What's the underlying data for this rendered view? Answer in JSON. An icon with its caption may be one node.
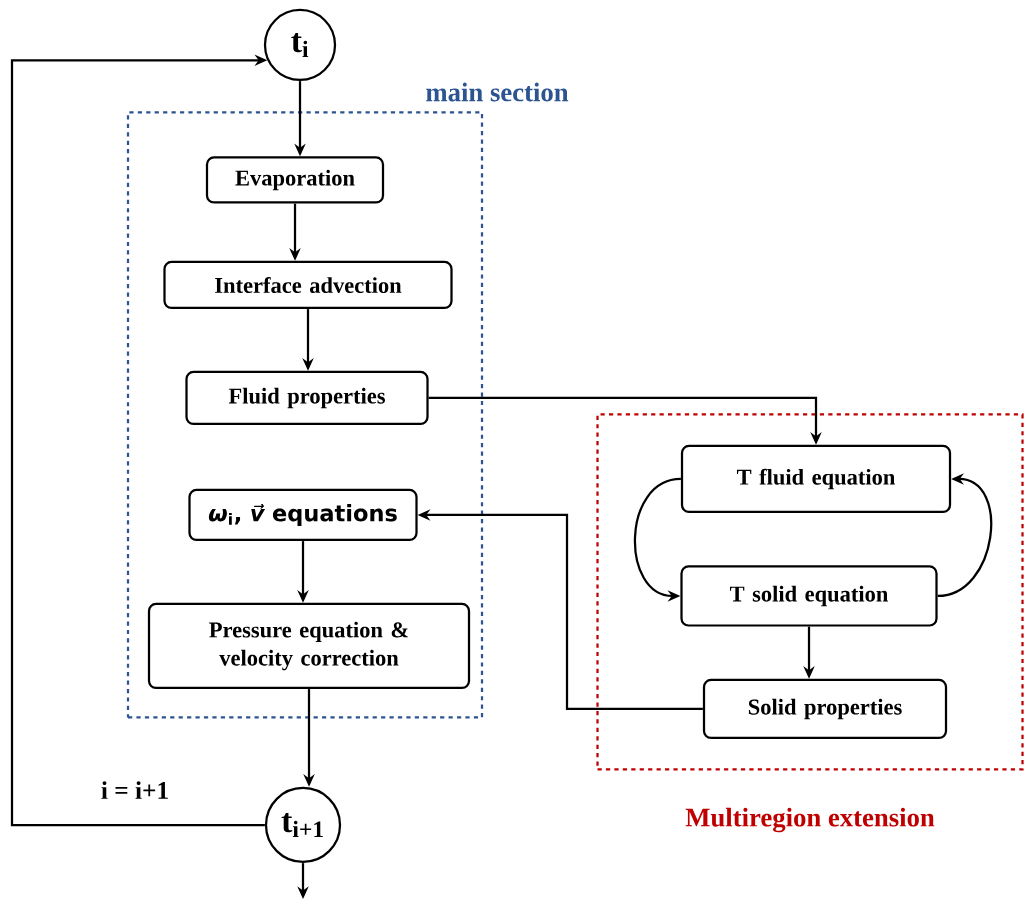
{
  "diagram": {
    "nodes": [
      {
        "text": [
          "t$_{i}$"
        ]
      },
      {
        "text": [
          "main section"
        ]
      },
      {
        "text": [
          "Evaporation"
        ],
        "in": 1
      },
      {
        "text": [
          "Interface advection"
        ],
        "in": 1
      },
      {
        "text": [
          "Fluid properties"
        ],
        "in": 1
      },
      {
        "text": [
          "*ω*$_{i}$, *v⃗*  equations"
        ],
        "in": 1
      },
      {
        "text": [
          "Pressure equation & velocity correction"
        ],
        "in": 1
      },
      {
        "text": [
          "t$_{i+1}$"
        ]
      },
      {
        "text": [
          "Multiregion extension"
        ]
      },
      {
        "text": [
          "T fluid equation"
        ],
        "in": 8
      },
      {
        "text": [
          "T solid equation"
        ],
        "in": 8
      },
      {
        "text": [
          "Solid  properties"
        ],
        "in": 8
      }
    ],
    "edges": [
      {
        "from": 0,
        "to": 2,
        "arrow": "to"
      },
      {
        "from": 2,
        "to": 3,
        "arrow": "to"
      },
      {
        "from": 3,
        "to": 4,
        "arrow": "to"
      },
      {
        "from": 4,
        "to": 9,
        "arrow": "to"
      },
      {
        "from": 9,
        "to": 10,
        "arrow": "to"
      },
      {
        "from": 10,
        "to": 9,
        "arrow": "to"
      },
      {
        "from": 10,
        "to": 11,
        "arrow": "to"
      },
      {
        "from": 11,
        "to": 5,
        "arrow": "to"
      },
      {
        "from": 5,
        "to": 6,
        "arrow": "to"
      },
      {
        "from": 6,
        "to": 7,
        "arrow": "to"
      },
      {
        "from": 7,
        "to": 0,
        "arrow": "to",
        "label": "i = i+1"
      },
      {
        "from": 7,
        "to": null,
        "arrow": "to"
      }
    ]
  }
}
